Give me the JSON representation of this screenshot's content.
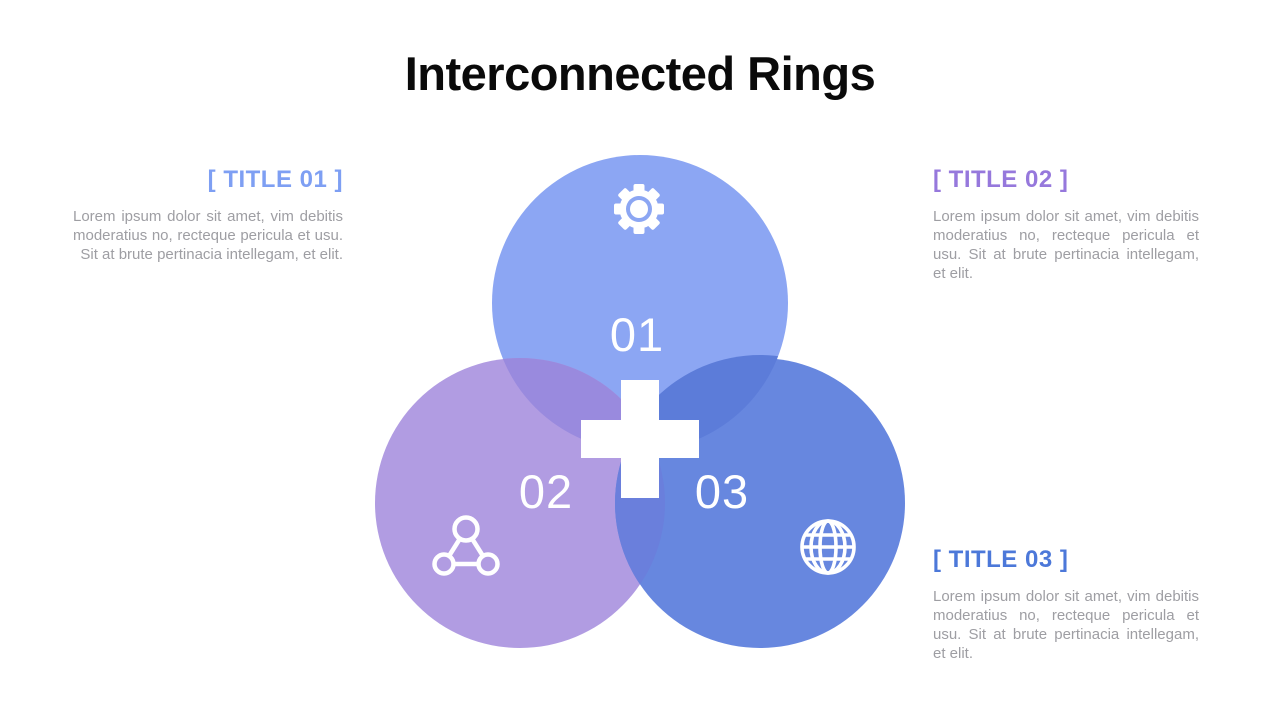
{
  "page": {
    "title": "Interconnected Rings"
  },
  "colors": {
    "circle_01": "#8CA6F3",
    "circle_02": "#B19CE2",
    "circle_03": "#6787DF",
    "overlap_01_02": "#998ADE",
    "overlap_01_03": "#5C7CD9",
    "overlap_02_03": "#6A7FDC",
    "accent_title_01": "#7E9FF3",
    "accent_title_02": "#9678DC",
    "accent_title_03": "#4C78D9",
    "body_text": "#9E9EA3",
    "icon_color": "#FFFFFF"
  },
  "sections": [
    {
      "label": "[ TITLE 01 ]",
      "number": "01",
      "icon": "gear-icon",
      "body": "Lorem ipsum dolor sit amet, vim debitis moderatius no, recteque pericula et usu. Sit at brute pertinacia intellegam, et elit."
    },
    {
      "label": "[ TITLE 02 ]",
      "number": "02",
      "icon": "molecule-icon",
      "body": "Lorem ipsum dolor sit amet, vim debitis moderatius no, recteque pericula et usu. Sit at brute pertinacia intellegam, et elit."
    },
    {
      "label": "[ TITLE 03 ]",
      "number": "03",
      "icon": "globe-icon",
      "body": "Lorem ipsum dolor sit amet, vim debitis moderatius no, recteque pericula et usu. Sit at brute pertinacia intellegam, et elit."
    }
  ]
}
